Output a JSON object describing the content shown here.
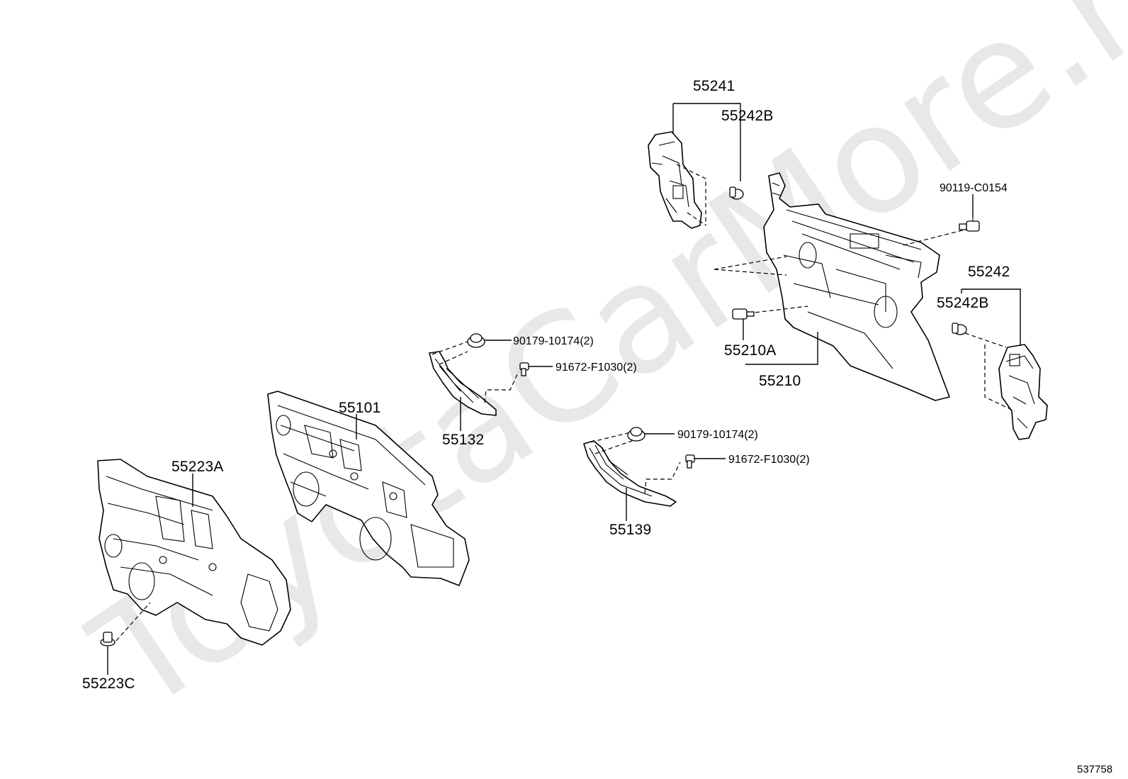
{
  "watermark": "ToyotaCarMore.ru",
  "footer_id": "537758",
  "parts": {
    "p55241": "55241",
    "p55242B_top": "55242B",
    "p90119": "90119-C0154",
    "p55242": "55242",
    "p55242B_right": "55242B",
    "p55210A": "55210A",
    "p55210": "55210",
    "p90179_a": "90179-10174(2)",
    "p91672_a": "91672-F1030(2)",
    "p55132": "55132",
    "p55101": "55101",
    "p90179_b": "90179-10174(2)",
    "p91672_b": "91672-F1030(2)",
    "p55139": "55139",
    "p55223A": "55223A",
    "p55223C": "55223C"
  }
}
